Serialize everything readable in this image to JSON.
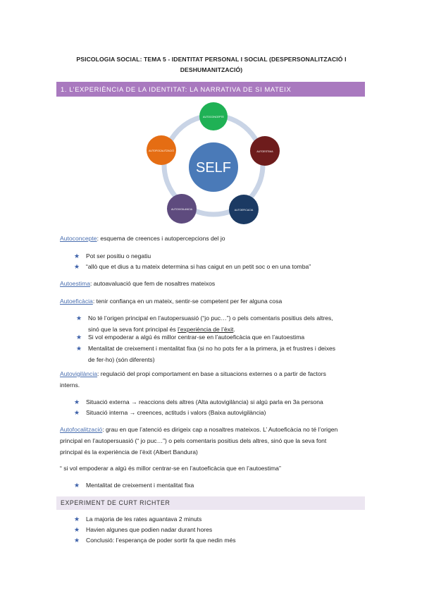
{
  "title": {
    "line1": "PSICOLOGIA SOCIAL: TEMA 5  - IDENTITAT PERSONAL I SOCIAL (DESPERSONALITZACIÓ I",
    "line2": "DESHUMANITZACIÓ)"
  },
  "section1": {
    "heading": "1. L’EXPERIÈNCIA DE LA IDENTITAT: LA NARRATIVA DE SI MATEIX"
  },
  "diagram": {
    "center": "SELF",
    "nodes": [
      {
        "label": "AUTOCONCEPTE",
        "color": "#1fb155"
      },
      {
        "label": "AUTOESTIMA",
        "color": "#6e1c1c"
      },
      {
        "label": "AUTOEFICACIA",
        "color": "#1b3a63"
      },
      {
        "label": "AUTOVIGILANCIA",
        "color": "#5e4b7e"
      },
      {
        "label": "AUTOFOCALITZACIÓ",
        "color": "#e56d13"
      }
    ],
    "center_color": "#4a7ab8",
    "ring_color": "#c9d4e6"
  },
  "autoconcepte": {
    "term": "Autoconcepte",
    "def": ": esquema de creences i autopercepcions del jo",
    "bullets": [
      "Pot ser positiu o negatiu",
      "“allò que et dius a tu mateix determina si has caigut en un petit soc o en una tomba”"
    ]
  },
  "autoestima": {
    "term": "Autoestima",
    "def": ": autoavaluació que fem de nosaltres mateixos"
  },
  "autoeficacia": {
    "term": "Autoeficàcia",
    "def": ": tenir confiança en un mateix, sentir-se competent per fer alguna cosa",
    "b1_l1": "No té l’origen principal en l’autopersuasió (“jo puc…”) o pels comentaris positius dels altres,",
    "b1_l2a": "sinó que la seva font principal és ",
    "b1_l2b": "l’experiència de l’èxit",
    "b1_l2c": ".",
    "b2": "Si vol empoderar a algú és millor centrar-se en l’autoeficàcia que en l’autoestima",
    "b3_l1": "Mentalitat de creixement i mentalitat fixa (si no ho pots fer a la primera, ja et frustres i deixes",
    "b3_l2": "de fer-ho) (són diferents)"
  },
  "autovigilancia": {
    "term": "Autovigilància",
    "def_l1": ": regulació del propi comportament en base a situacions externes o a partir de factors",
    "def_l2": "interns.",
    "bullets": [
      "Situació externa → reaccions dels altres (Alta autovigilància) si algú parla en 3a persona",
      "Situació interna → creences, actituds i valors (Baixa autovigilància)"
    ]
  },
  "autofocalitzacio": {
    "term": "Autofocalització",
    "def_l1": ": grau en que l’atenció es dirigeix cap a nosaltres mateixos. L’ Autoeficàcia no té l’origen",
    "def_l2": "principal en l’autopersuasió (“ jo puc…”) o pels comentaris positius dels altres, sinó que la seva font",
    "def_l3": "principal és la experiència de l’èxit (Albert Bandura)"
  },
  "quote": "“ si vol empoderar a algú és millor centrar-se en l’autoeficàcia que en l’autoestima”",
  "quote_bullet": "Mentalitat de creixement i mentalitat fixa",
  "section2": {
    "heading": "EXPERIMENT DE CURT RICHTER"
  },
  "richter": {
    "bullets": [
      "La majoria de les rates aguantava 2 minuts",
      "Havien algunes que podien nadar durant hores",
      "Conclusió: l’esperança de poder sortir fa que nedin més"
    ]
  }
}
